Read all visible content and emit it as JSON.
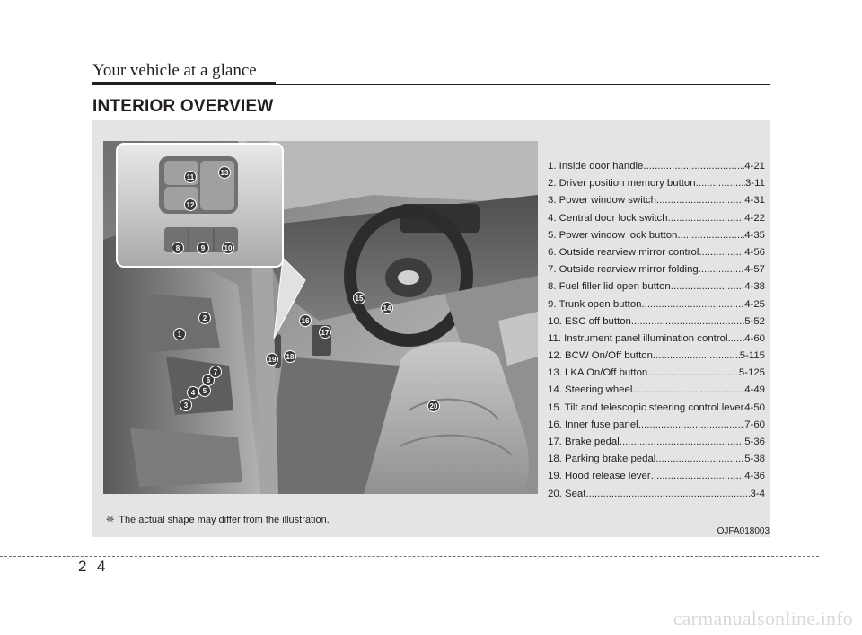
{
  "header": {
    "title": "Your vehicle at a glance"
  },
  "section": {
    "title": "INTERIOR OVERVIEW"
  },
  "items": [
    {
      "label": "1. Inside door handle ",
      "page": "4-21"
    },
    {
      "label": "2. Driver position memory button ",
      "page": "3-11"
    },
    {
      "label": "3. Power window switch",
      "page": "4-31"
    },
    {
      "label": "4. Central door lock switch ",
      "page": "4-22"
    },
    {
      "label": "5. Power window lock button ",
      "page": "4-35"
    },
    {
      "label": "6. Outside rearview mirror control ",
      "page": "4-56"
    },
    {
      "label": "7. Outside rearview mirror folding ",
      "page": "4-57"
    },
    {
      "label": "8. Fuel filler lid open button ",
      "page": "4-38"
    },
    {
      "label": "9. Trunk open button ",
      "page": "4-25"
    },
    {
      "label": "10. ESC off button ",
      "page": "5-52"
    },
    {
      "label": "11. Instrument panel illumination control ",
      "page": "4-60"
    },
    {
      "label": "12. BCW On/Off button ",
      "page": "5-115"
    },
    {
      "label": "13. LKA On/Off button ",
      "page": "5-125"
    },
    {
      "label": "14. Steering wheel ",
      "page": "4-49"
    },
    {
      "label": "15. Tilt and telescopic steering control lever",
      "page": "4-50"
    },
    {
      "label": "16. Inner fuse panel ",
      "page": "7-60"
    },
    {
      "label": "17. Brake pedal",
      "page": "5-36"
    },
    {
      "label": "18. Parking brake pedal",
      "page": "5-38"
    },
    {
      "label": "19. Hood release lever",
      "page": "4-36"
    },
    {
      "label": "20. Seat ",
      "page": "3-4"
    }
  ],
  "callouts": [
    "1",
    "2",
    "3",
    "4",
    "5",
    "6",
    "7",
    "8",
    "9",
    "10",
    "11",
    "12",
    "13",
    "14",
    "15",
    "16",
    "17",
    "18",
    "19",
    "20"
  ],
  "note": {
    "symbol": "❈",
    "text": "The actual shape may differ from the illustration."
  },
  "image_code": "OJFA018003",
  "page_number": {
    "chapter": "2",
    "page": "4"
  },
  "watermark": "carmanualsonline.info",
  "colors": {
    "text": "#231f20",
    "panel": "#e3e4e5",
    "callout": "#3a3a3a"
  }
}
